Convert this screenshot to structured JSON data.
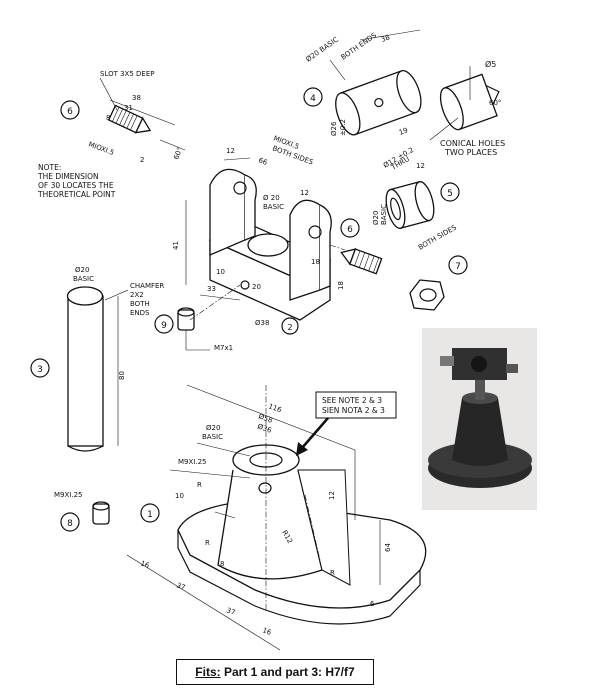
{
  "parts": {
    "p1": "1",
    "p2": "2",
    "p3": "3",
    "p4": "4",
    "p5": "5",
    "p6a": "6",
    "p6b": "6",
    "p7": "7",
    "p8": "8",
    "p9": "9"
  },
  "part6_top": {
    "slot": "SLOT 3X5 DEEP",
    "d38": "38",
    "d31": "31",
    "d8": "8",
    "d2": "2",
    "thread": "MIOXI.5",
    "angle": "60°"
  },
  "note": {
    "line1": "NOTE:",
    "line2": "THE DIMENSION",
    "line3": "OF 30 LOCATES THE",
    "line4": "THEORETICAL POINT"
  },
  "part4": {
    "dia20": "Ø20 BASIC",
    "both_ends": "BOTH ENDS",
    "d38": "38",
    "dia5": "Ø5",
    "d26": "Ø26",
    "tol": "±0.2",
    "d19": "19",
    "angle": "60°",
    "conical1": "CONICAL HOLES",
    "conical2": "TWO PLACES"
  },
  "part2": {
    "d12a": "12",
    "thread": "MIOXI.5",
    "both_sides": "BOTH SIDES",
    "d66": "66",
    "d12b": "12",
    "dia20": "Ø 20",
    "basic": "BASIC",
    "d41": "41",
    "d18a": "18",
    "d10": "10",
    "d33": "33",
    "d20": "20",
    "d38": "Ø38",
    "d18b": "18"
  },
  "part5": {
    "dia12": "Ø12 ±0.2",
    "thru": "THRU",
    "d12": "12",
    "dia20": "Ø20",
    "basic": "BASIC",
    "both_sides": "BOTH SIDES"
  },
  "part3": {
    "dia20": "Ø20",
    "basic": "BASIC",
    "chamfer1": "CHAMFER",
    "chamfer2": "2X2",
    "chamfer3": "BOTH",
    "chamfer4": "ENDS",
    "length": "80"
  },
  "part9": {
    "thread": "M7x1"
  },
  "part8": {
    "thread": "M9XI.25"
  },
  "part1": {
    "d116": "116",
    "d58": "Ø58",
    "d36": "Ø36",
    "dia20": "Ø20",
    "basic": "BASIC",
    "thread": "M9XI.25",
    "r1": "R",
    "r2": "R",
    "r3": "R",
    "d10": "10",
    "d16a": "16",
    "d37a": "37",
    "d37b": "37",
    "d16b": "16",
    "d8": "8",
    "d64": "64",
    "d6": "6",
    "d12": "12",
    "r12": "R12"
  },
  "see_note": {
    "line1": "SEE NOTE 2 & 3",
    "line2": "SIEN NOTA 2 & 3"
  },
  "fits": {
    "label": "Fits:",
    "text": "Part 1 and part 3: H7/f7"
  }
}
